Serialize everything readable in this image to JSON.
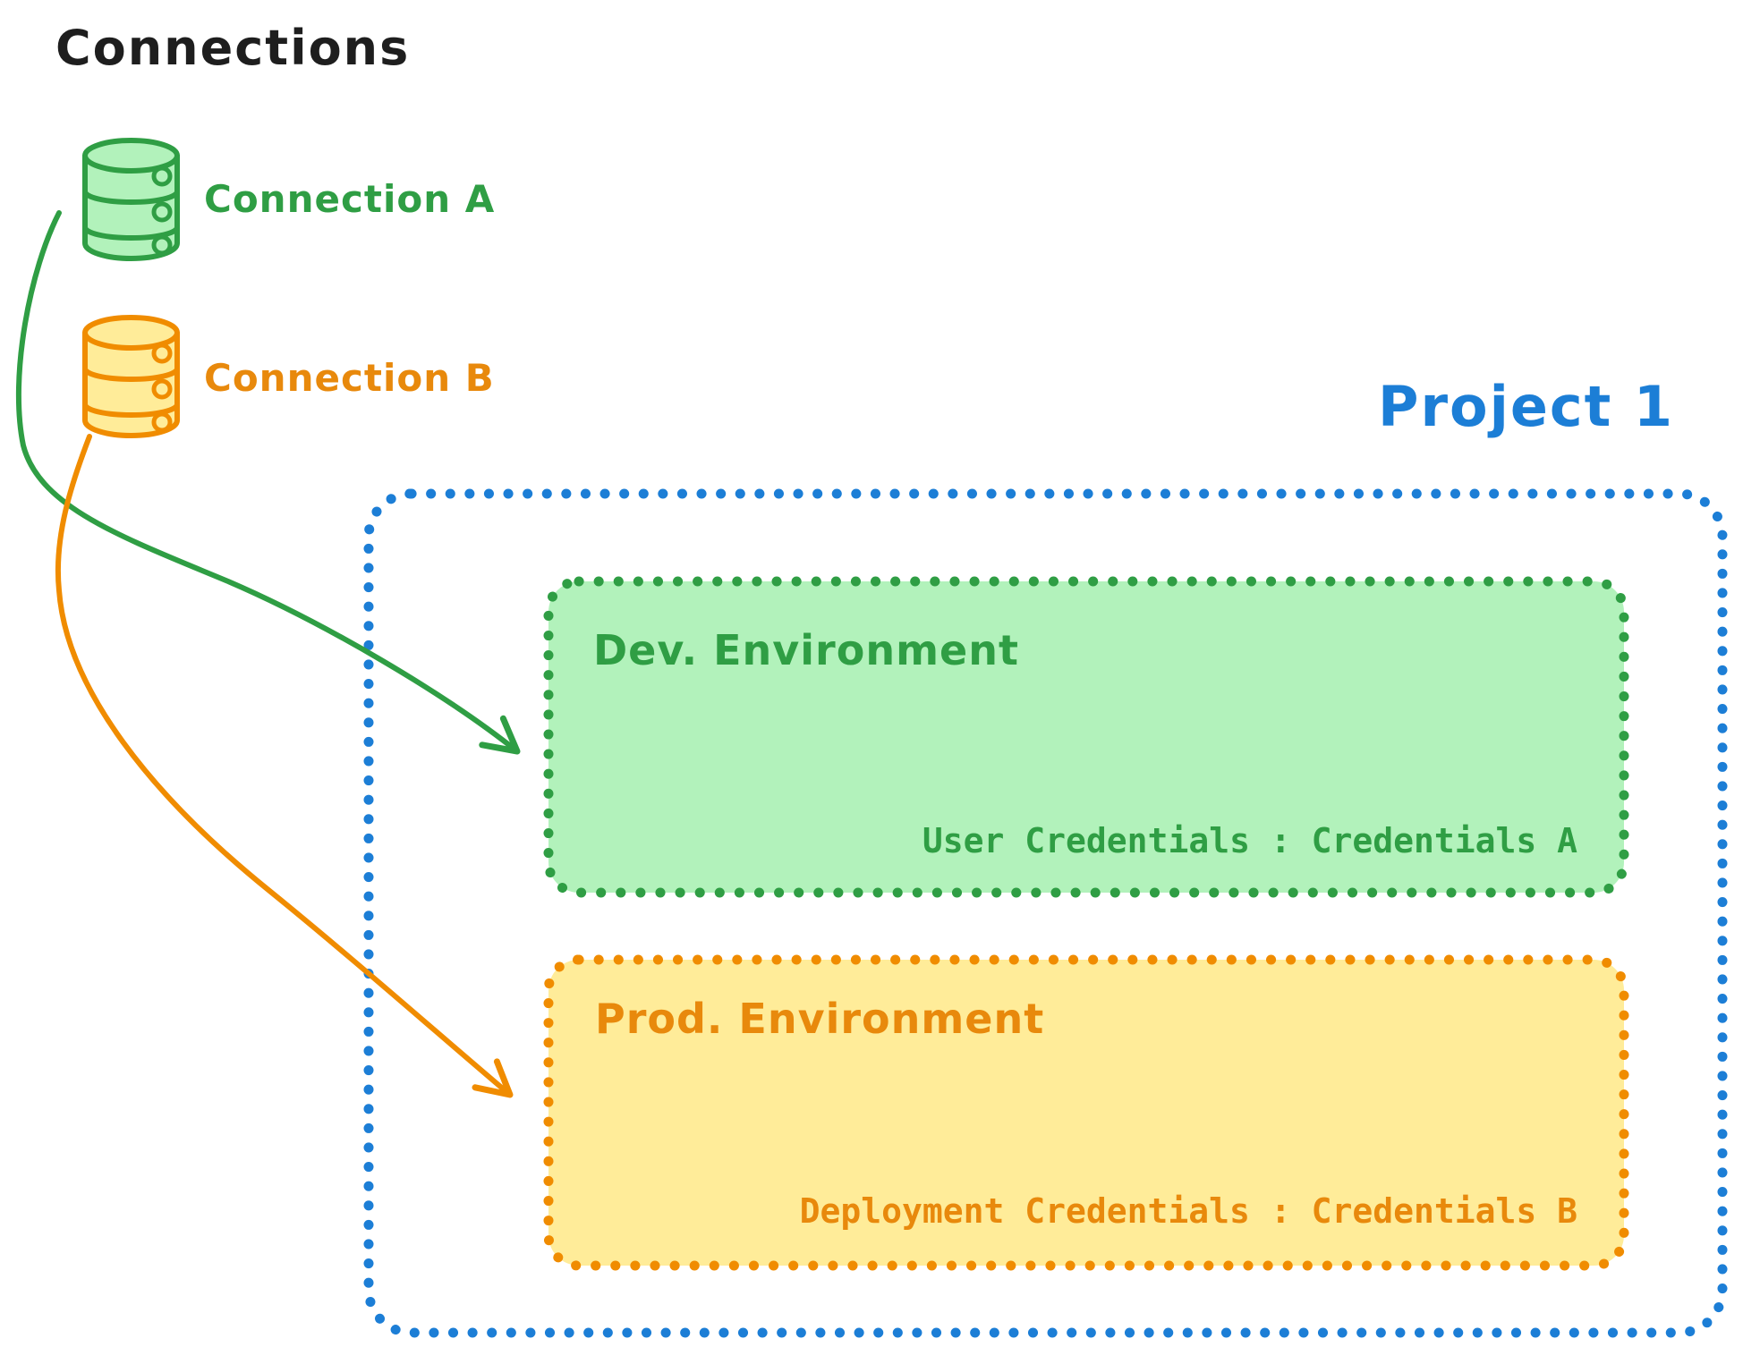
{
  "connections_panel": {
    "title": "Connections",
    "items": [
      {
        "label": "Connection A",
        "icon": "database-icon",
        "stroke_color": "#2f9e44",
        "fill_color": "#b2f2bb"
      },
      {
        "label": "Connection B",
        "icon": "database-icon",
        "stroke_color": "#f08c00",
        "fill_color": "#ffec99"
      }
    ]
  },
  "project": {
    "label": "Project 1",
    "border_color": "#1c7ed6",
    "environments": [
      {
        "title": "Dev. Environment",
        "credentials_text": "User Credentials : Credentials A",
        "stroke_color": "#2f9e44",
        "fill_color": "#b2f2bb"
      },
      {
        "title": "Prod. Environment",
        "credentials_text": "Deployment Credentials : Credentials B",
        "stroke_color": "#f08c00",
        "fill_color": "#ffec99"
      }
    ]
  },
  "arrows": [
    {
      "name": "connection-a-to-dev-environment",
      "color": "#2f9e44"
    },
    {
      "name": "connection-b-to-prod-environment",
      "color": "#f08c00"
    }
  ],
  "colors": {
    "text_black": "#1e1e1e",
    "green": "#2f9e44",
    "green_fill": "#b2f2bb",
    "orange": "#f08c00",
    "orange_text": "#e8890c",
    "orange_fill": "#ffec99",
    "blue": "#1c7ed6"
  }
}
